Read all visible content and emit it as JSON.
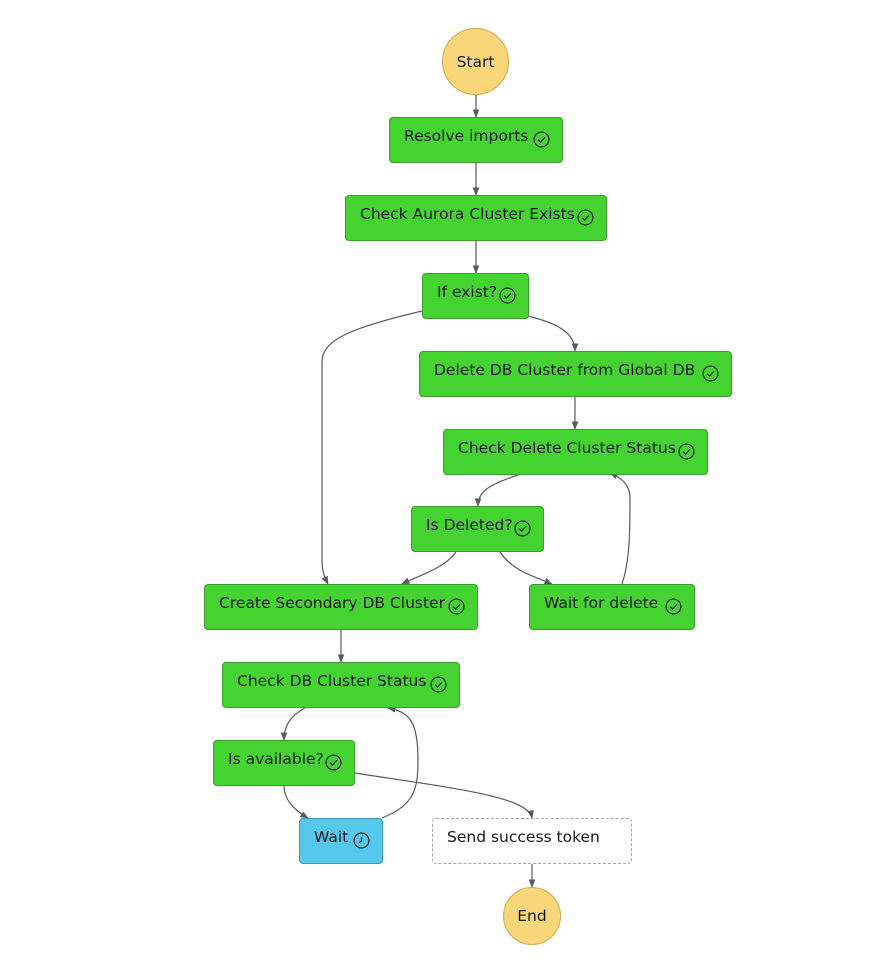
{
  "start_label": "Start",
  "end_label": "End",
  "states": {
    "resolve_imports": {
      "label": "Resolve imports",
      "status": "succeeded",
      "icon": "check-circle-icon"
    },
    "check_aurora": {
      "label": "Check Aurora Cluster Exists",
      "status": "succeeded",
      "icon": "check-circle-icon"
    },
    "if_exist": {
      "label": "If exist?",
      "status": "succeeded",
      "icon": "check-circle-icon"
    },
    "delete_db": {
      "label": "Delete DB Cluster from Global DB",
      "status": "succeeded",
      "icon": "check-circle-icon"
    },
    "check_delete": {
      "label": "Check Delete Cluster Status",
      "status": "succeeded",
      "icon": "check-circle-icon"
    },
    "is_deleted": {
      "label": "Is Deleted?",
      "status": "succeeded",
      "icon": "check-circle-icon"
    },
    "create_secondary": {
      "label": "Create Secondary DB Cluster",
      "status": "succeeded",
      "icon": "check-circle-icon"
    },
    "wait_delete": {
      "label": "Wait for delete",
      "status": "succeeded",
      "icon": "check-circle-icon"
    },
    "check_db_status": {
      "label": "Check DB Cluster Status",
      "status": "succeeded",
      "icon": "check-circle-icon"
    },
    "is_available": {
      "label": "Is available?",
      "status": "succeeded",
      "icon": "check-circle-icon"
    },
    "wait": {
      "label": "Wait",
      "status": "in-progress",
      "icon": "clock-icon"
    },
    "send_success": {
      "label": "Send success token",
      "status": "not-started",
      "icon": ""
    }
  },
  "colors": {
    "succeeded": "#44d331",
    "in_progress": "#55c8ec",
    "terminal": "#fad67a",
    "edge": "#545b64"
  }
}
